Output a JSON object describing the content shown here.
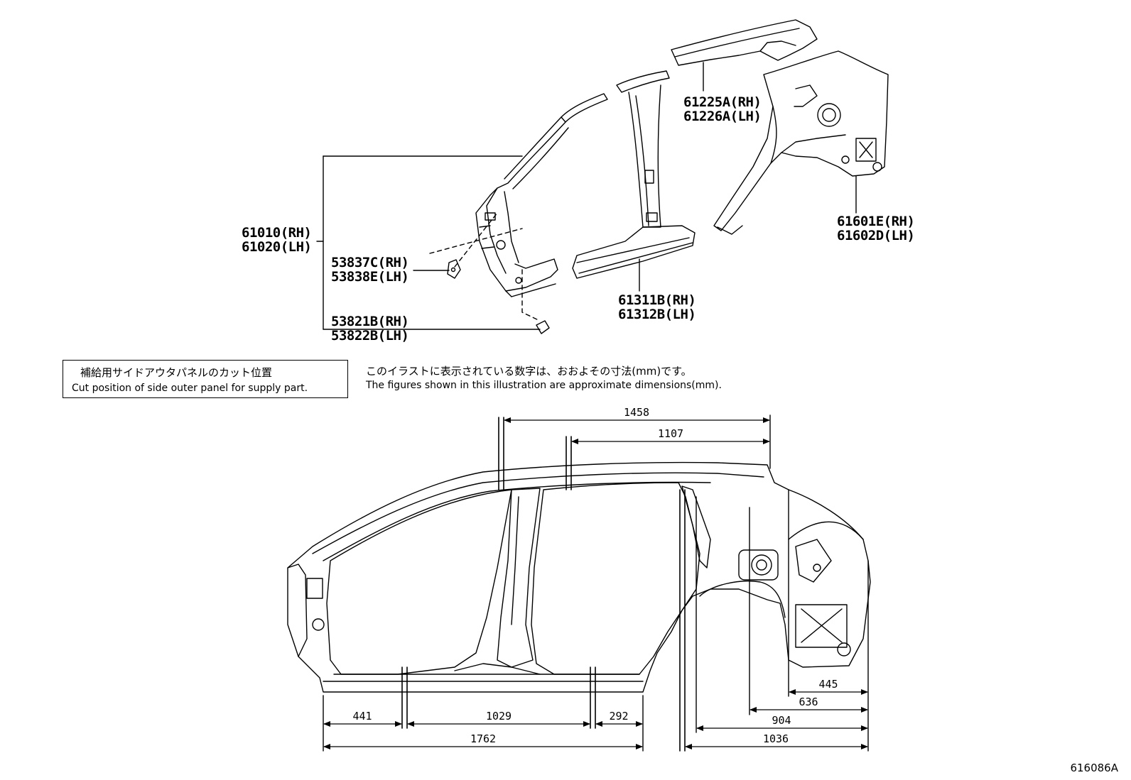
{
  "parts": {
    "p61010": [
      "61010(RH)",
      "61020(LH)"
    ],
    "p53837": [
      "53837C(RH)",
      "53838E(LH)"
    ],
    "p53821": [
      "53821B(RH)",
      "53822B(LH)"
    ],
    "p61311": [
      "61311B(RH)",
      "61312B(LH)"
    ],
    "p61225": [
      "61225A(RH)",
      "61226A(LH)"
    ],
    "p61601": [
      "61601E(RH)",
      "61602D(LH)"
    ]
  },
  "notes": {
    "cut_box_jp": "補給用サイドアウタパネルのカット位置",
    "cut_box_en": "Cut position of side outer panel for supply part.",
    "dims_jp": "このイラストに表示されている数字は、おおよその寸法(mm)です。",
    "dims_en": "The figures shown in this illustration are approximate dimensions(mm)."
  },
  "dimensions": {
    "d1458": "1458",
    "d1107": "1107",
    "d441": "441",
    "d1029": "1029",
    "d292": "292",
    "d1762": "1762",
    "d445": "445",
    "d636": "636",
    "d904": "904",
    "d1036": "1036"
  },
  "diagram_id": "616086A"
}
